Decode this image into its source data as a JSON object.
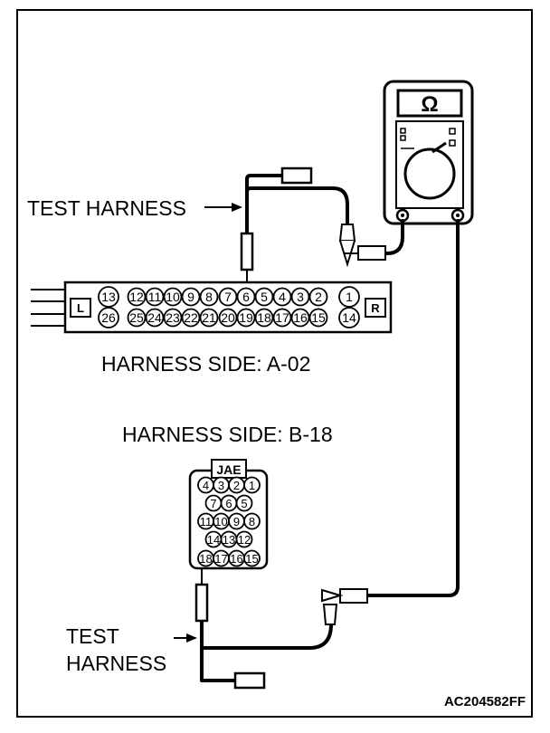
{
  "labels": {
    "test_harness_top": "TEST HARNESS",
    "harness_side_a": "HARNESS SIDE: A-02",
    "harness_side_b": "HARNESS SIDE: B-18",
    "test_harness_bottom_line1": "TEST",
    "test_harness_bottom_line2": "HARNESS",
    "figure_code": "AC204582FF"
  },
  "multimeter": {
    "unit_symbol": "Ω",
    "icon": "ohmmeter-icon"
  },
  "connector_a02": {
    "left_tab": "L",
    "right_tab": "R",
    "top_pins": [
      "13",
      "12",
      "11",
      "10",
      "9",
      "8",
      "7",
      "6",
      "5",
      "4",
      "3",
      "2",
      "1"
    ],
    "bottom_pins": [
      "26",
      "25",
      "24",
      "23",
      "22",
      "21",
      "20",
      "19",
      "18",
      "17",
      "16",
      "15",
      "14"
    ],
    "probed_pin": "6"
  },
  "connector_b18": {
    "brand": "JAE",
    "rows": [
      [
        "4",
        "3",
        "2",
        "1"
      ],
      [
        "7",
        "6",
        "5"
      ],
      [
        "11",
        "10",
        "9",
        "8"
      ],
      [
        "14",
        "13",
        "12"
      ],
      [
        "18",
        "17",
        "16",
        "15"
      ]
    ],
    "probed_pin": "18"
  }
}
